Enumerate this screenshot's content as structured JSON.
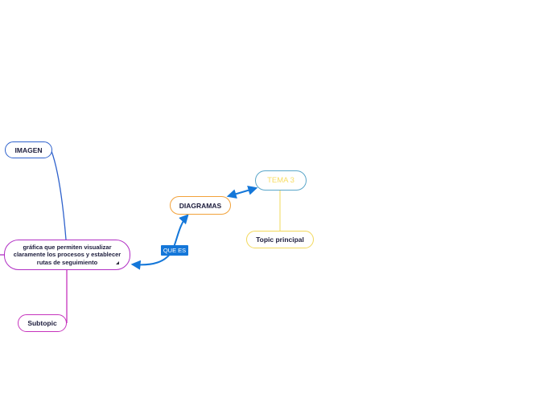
{
  "nodes": {
    "tema": {
      "label": "TEMA 3"
    },
    "diagramas": {
      "label": "DIAGRAMAS"
    },
    "topic_principal": {
      "label": "Topic principal"
    },
    "imagen": {
      "label": "IMAGEN"
    },
    "main": {
      "label": "gráfica que permiten visualizar claramente los procesos y establecer rutas de seguimiento"
    },
    "subtopic": {
      "label": "Subtopic"
    }
  },
  "relationship": {
    "label": "QUE ES"
  },
  "colors": {
    "tema_border": "#5aa6c9",
    "tema_text": "#f7dd63",
    "diagramas_border": "#f2a23a",
    "topic_border": "#f2d85a",
    "imagen_border": "#2f62cc",
    "main_border": "#b12fc4",
    "subtopic_border": "#c634bd",
    "relationship": "#1477d9"
  }
}
